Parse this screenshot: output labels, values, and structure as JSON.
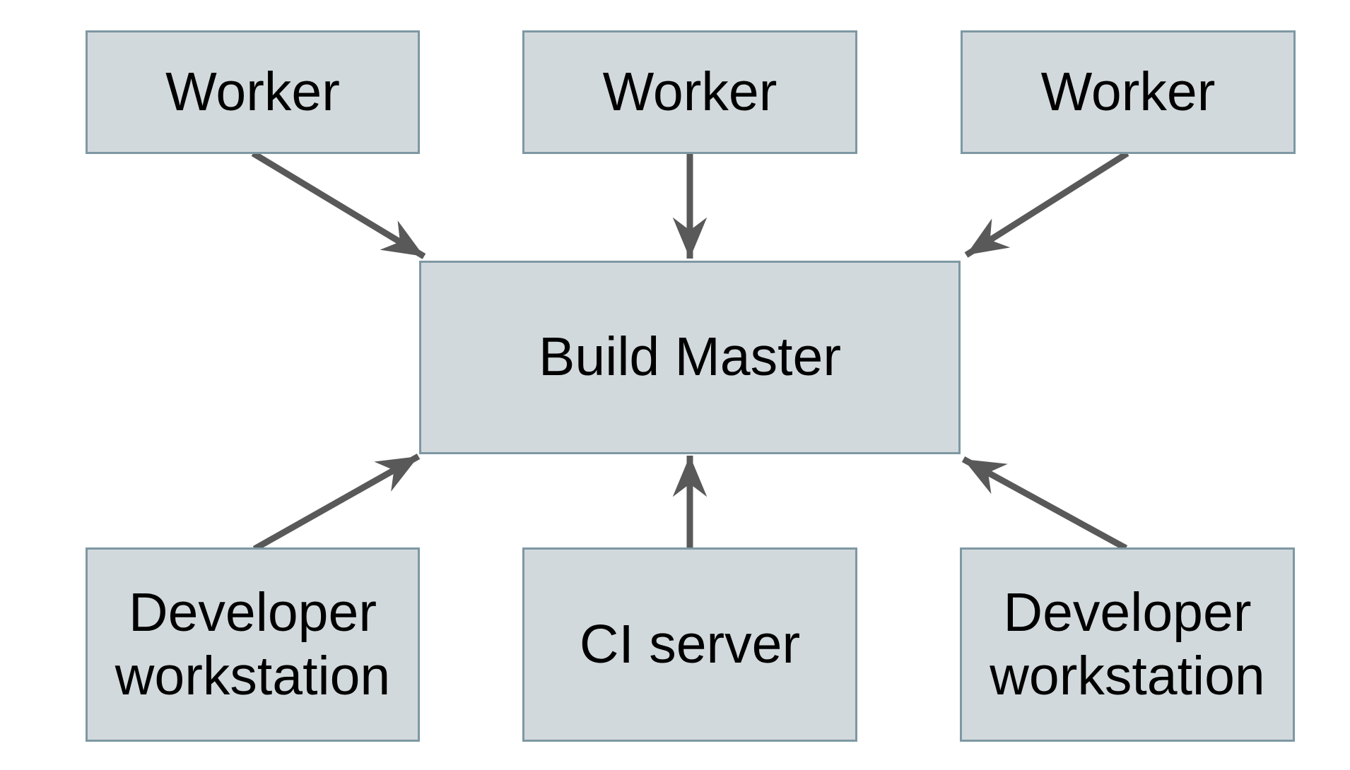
{
  "diagram": {
    "type": "architecture-diagram",
    "background_color": "#ffffff",
    "node_fill_color": "#d2d9dc",
    "node_border_color": "#7e98a3",
    "arrow_color": "#595959",
    "text_color": "#000000"
  },
  "nodes": [
    {
      "id": "worker-1",
      "label": "Worker"
    },
    {
      "id": "worker-2",
      "label": "Worker"
    },
    {
      "id": "worker-3",
      "label": "Worker"
    },
    {
      "id": "build-master",
      "label": "Build Master"
    },
    {
      "id": "developer-workstation-left",
      "label": "Developer workstation"
    },
    {
      "id": "ci-server",
      "label": "CI server"
    },
    {
      "id": "developer-workstation-right",
      "label": "Developer workstation"
    }
  ],
  "edges": [
    {
      "from": "worker-1",
      "to": "build-master"
    },
    {
      "from": "worker-2",
      "to": "build-master"
    },
    {
      "from": "worker-3",
      "to": "build-master"
    },
    {
      "from": "developer-workstation-left",
      "to": "build-master"
    },
    {
      "from": "ci-server",
      "to": "build-master"
    },
    {
      "from": "developer-workstation-right",
      "to": "build-master"
    }
  ]
}
